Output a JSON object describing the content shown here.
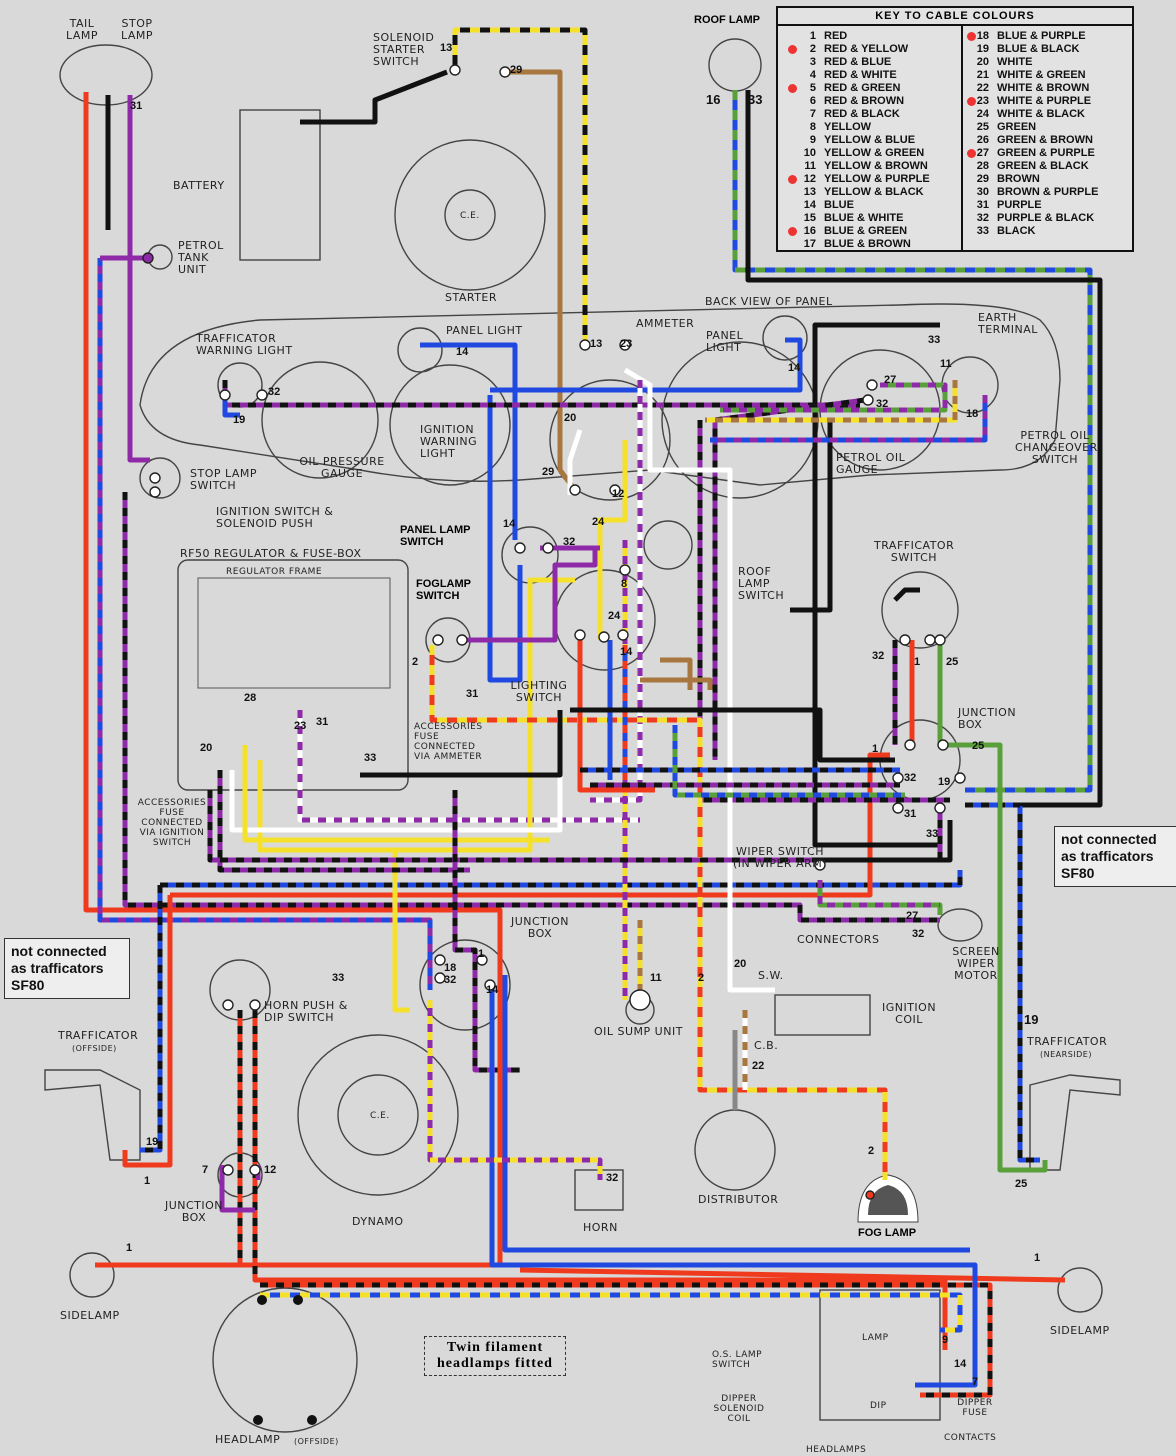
{
  "key": {
    "title": "KEY TO CABLE COLOURS",
    "col1": [
      {
        "n": "1",
        "name": "RED",
        "mark": false
      },
      {
        "n": "2",
        "name": "RED & YELLOW",
        "mark": true
      },
      {
        "n": "3",
        "name": "RED & BLUE",
        "mark": false
      },
      {
        "n": "4",
        "name": "RED & WHITE",
        "mark": false
      },
      {
        "n": "5",
        "name": "RED & GREEN",
        "mark": true
      },
      {
        "n": "6",
        "name": "RED & BROWN",
        "mark": false
      },
      {
        "n": "7",
        "name": "RED & BLACK",
        "mark": false
      },
      {
        "n": "8",
        "name": "YELLOW",
        "mark": false
      },
      {
        "n": "9",
        "name": "YELLOW & BLUE",
        "mark": false
      },
      {
        "n": "10",
        "name": "YELLOW & GREEN",
        "mark": false
      },
      {
        "n": "11",
        "name": "YELLOW & BROWN",
        "mark": false
      },
      {
        "n": "12",
        "name": "YELLOW & PURPLE",
        "mark": true
      },
      {
        "n": "13",
        "name": "YELLOW & BLACK",
        "mark": false
      },
      {
        "n": "14",
        "name": "BLUE",
        "mark": false
      },
      {
        "n": "15",
        "name": "BLUE & WHITE",
        "mark": false
      },
      {
        "n": "16",
        "name": "BLUE & GREEN",
        "mark": true
      },
      {
        "n": "17",
        "name": "BLUE & BROWN",
        "mark": false
      }
    ],
    "col2": [
      {
        "n": "18",
        "name": "BLUE & PURPLE",
        "mark": true
      },
      {
        "n": "19",
        "name": "BLUE & BLACK",
        "mark": false
      },
      {
        "n": "20",
        "name": "WHITE",
        "mark": false
      },
      {
        "n": "21",
        "name": "WHITE & GREEN",
        "mark": false
      },
      {
        "n": "22",
        "name": "WHITE & BROWN",
        "mark": false
      },
      {
        "n": "23",
        "name": "WHITE & PURPLE",
        "mark": true
      },
      {
        "n": "24",
        "name": "WHITE & BLACK",
        "mark": false
      },
      {
        "n": "25",
        "name": "GREEN",
        "mark": false
      },
      {
        "n": "26",
        "name": "GREEN & BROWN",
        "mark": false
      },
      {
        "n": "27",
        "name": "GREEN & PURPLE",
        "mark": true
      },
      {
        "n": "28",
        "name": "GREEN & BLACK",
        "mark": false
      },
      {
        "n": "29",
        "name": "BROWN",
        "mark": false
      },
      {
        "n": "30",
        "name": "BROWN & PURPLE",
        "mark": false
      },
      {
        "n": "31",
        "name": "PURPLE",
        "mark": false
      },
      {
        "n": "32",
        "name": "PURPLE & BLACK",
        "mark": false
      },
      {
        "n": "33",
        "name": "BLACK",
        "mark": false
      }
    ]
  },
  "labels": {
    "roof_lamp": "ROOF LAMP",
    "tail_lamp": "TAIL LAMP",
    "stop_lamp": "STOP LAMP",
    "solenoid": "SOLENOID STARTER SWITCH",
    "battery": "BATTERY",
    "petrol_tank": "PETROL TANK UNIT",
    "starter": "STARTER",
    "back_view": "BACK VIEW OF PANEL",
    "earth": "EARTH TERMINAL",
    "trafficator_warning": "TRAFFICATOR WARNING LIGHT",
    "panel_light_top": "PANEL LIGHT",
    "ammeter": "AMMETER",
    "panel_light": "PANEL LIGHT",
    "ignition_warning": "IGNITION WARNING LIGHT",
    "oil_pressure": "OIL PRESSURE GAUGE",
    "petrol_oil_gauge": "PETROL OIL GAUGE",
    "petrol_oil_switch": "PETROL OIL CHANGEOVER SWITCH",
    "stop_lamp_switch": "STOP LAMP SWITCH",
    "ignition_switch": "IGNITION SWITCH & SOLENOID PUSH",
    "panel_lamp_switch": "PANEL LAMP SWITCH",
    "roof_lamp_switch": "ROOF LAMP SWITCH",
    "rf50": "RF50 REGULATOR & FUSE-BOX",
    "regulator_frame": "REGULATOR FRAME",
    "foglamp_switch": "FOGLAMP SWITCH",
    "lighting_switch": "LIGHTING SWITCH",
    "accessories_fuse_ammeter": "ACCESSORIES FUSE CONNECTED VIA AMMETER",
    "accessories_fuse_ignition": "ACCESSORIES FUSE CONNECTED VIA IGNITION SWITCH",
    "trafficator_switch": "TRAFFICATOR SWITCH",
    "junction_box_r": "JUNCTION BOX",
    "wiper_switch": "WIPER SWITCH (IN WIPER ARM)",
    "connectors": "CONNECTORS",
    "screen_wiper": "SCREEN WIPER MOTOR",
    "junction_box_c": "JUNCTION BOX",
    "oil_sump": "OIL SUMP UNIT",
    "ignition_coil": "IGNITION COIL",
    "horn_push": "HORN PUSH & DIP SWITCH",
    "trafficator_offside": "TRAFFICATOR",
    "offside": "(OFFSIDE)",
    "trafficator_nearside": "TRAFFICATOR",
    "nearside": "(NEARSIDE)",
    "dynamo": "DYNAMO",
    "junction_box_l": "JUNCTION BOX",
    "horn": "HORN",
    "distributor": "DISTRIBUTOR",
    "fog_lamp": "FOG LAMP",
    "sidelamp_l": "SIDELAMP",
    "sidelamp_r": "SIDELAMP",
    "headlamp": "HEADLAMP",
    "headlamp_offside": "(OFFSIDE)",
    "os_lamp_switch": "O.S. LAMP SWITCH",
    "dipper_solenoid": "DIPPER SOLENOID COIL",
    "dipper_fuse": "DIPPER FUSE",
    "contacts": "CONTACTS",
    "lamp": "LAMP",
    "dip": "DIP",
    "sw": "S.W.",
    "cb": "C.B.",
    "ce": "C.E.",
    "headlamps_bottom": "HEADLAMPS"
  },
  "notes": {
    "right": "not connected as trafficators SF80",
    "left": "not connected as trafficators SF80",
    "twin": "Twin filament headlamps fitted"
  },
  "wire_numbers": {
    "n16": "16",
    "n33": "33",
    "n13": "13",
    "n29": "29",
    "n14a": "14",
    "n13b": "13",
    "n23": "23",
    "n14b": "14",
    "n19a": "19",
    "n32a": "32",
    "n20": "20",
    "n29b": "29",
    "n12a": "12",
    "n14c": "14",
    "n32b": "32",
    "n24": "24",
    "n8": "8",
    "n24b": "24",
    "n14d": "14",
    "n2a": "2",
    "n31a": "31",
    "n28": "28",
    "n23b": "23",
    "n31b": "31",
    "n20b": "20",
    "n33b": "33",
    "n33c": "33",
    "n27": "27",
    "n32c": "32",
    "n11": "11",
    "n18": "18",
    "n32d": "32",
    "n1a": "1",
    "n25": "25",
    "n1b": "1",
    "n25b": "25",
    "n32e": "32",
    "n19b": "19",
    "n31c": "31",
    "n33d": "33",
    "n27b": "27",
    "n32f": "32",
    "n11b": "11",
    "n2b": "2",
    "n20c": "20",
    "n22": "22",
    "n2c": "2",
    "n19c": "19",
    "n25c": "25",
    "n18b": "18",
    "n32g": "32",
    "n1c": "1",
    "n14e": "14",
    "n33e": "33",
    "n19d": "19",
    "n1d": "1",
    "n7": "7",
    "n12b": "12",
    "n32h": "32",
    "n1e": "1",
    "n1f": "1",
    "n9": "9",
    "n14f": "14",
    "n7b": "7",
    "n31d": "31"
  }
}
